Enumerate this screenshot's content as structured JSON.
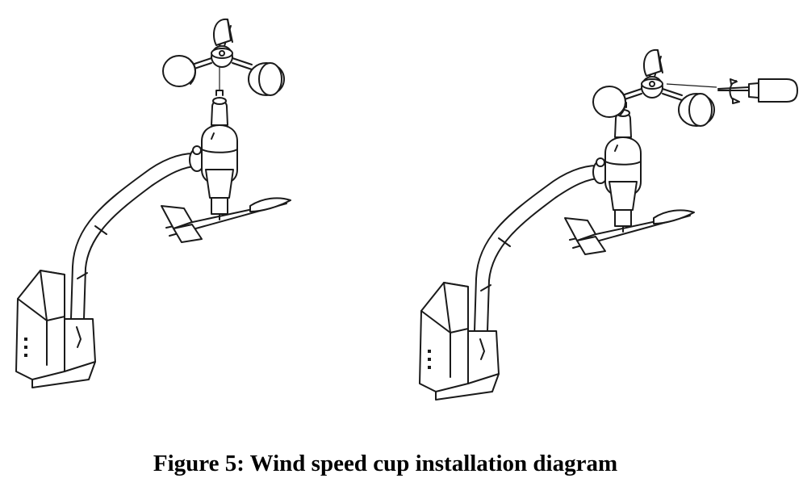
{
  "caption": "Figure 5: Wind speed cup installation diagram",
  "diagram": {
    "panels": [
      {
        "step": "cups-lifted",
        "shows_screwdriver": false
      },
      {
        "step": "cups-mounted-screw-tightened",
        "shows_screwdriver": true
      }
    ]
  }
}
